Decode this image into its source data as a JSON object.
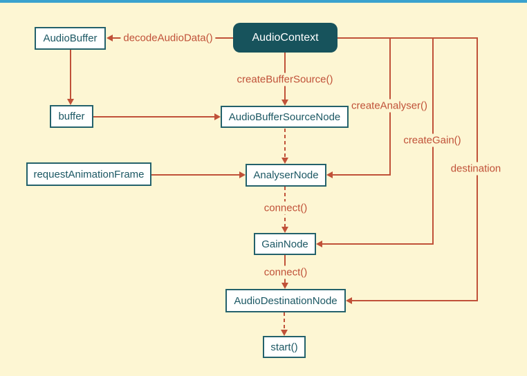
{
  "page": {
    "background_color": "#fdf6d3",
    "topbar_color": "#3aa2ce",
    "arrow_color": "#c05138",
    "node_border_color": "#23616b",
    "root_node_fill": "#17535c"
  },
  "diagram": {
    "nodes": {
      "audio_context": {
        "label": "AudioContext"
      },
      "audio_buffer": {
        "label": "AudioBuffer"
      },
      "buffer": {
        "label": "buffer"
      },
      "audio_buffer_source_node": {
        "label": "AudioBufferSourceNode"
      },
      "request_animation_frame": {
        "label": "requestAnimationFrame"
      },
      "analyser_node": {
        "label": "AnalyserNode"
      },
      "gain_node": {
        "label": "GainNode"
      },
      "audio_destination_node": {
        "label": "AudioDestinationNode"
      },
      "start": {
        "label": "start()"
      }
    },
    "edge_labels": {
      "decode_audio_data": "decodeAudioData()",
      "create_buffer_source": "createBufferSource()",
      "create_analyser": "createAnalyser()",
      "create_gain": "createGain()",
      "destination": "destination",
      "connect_1": "connect()",
      "connect_2": "connect()"
    }
  }
}
